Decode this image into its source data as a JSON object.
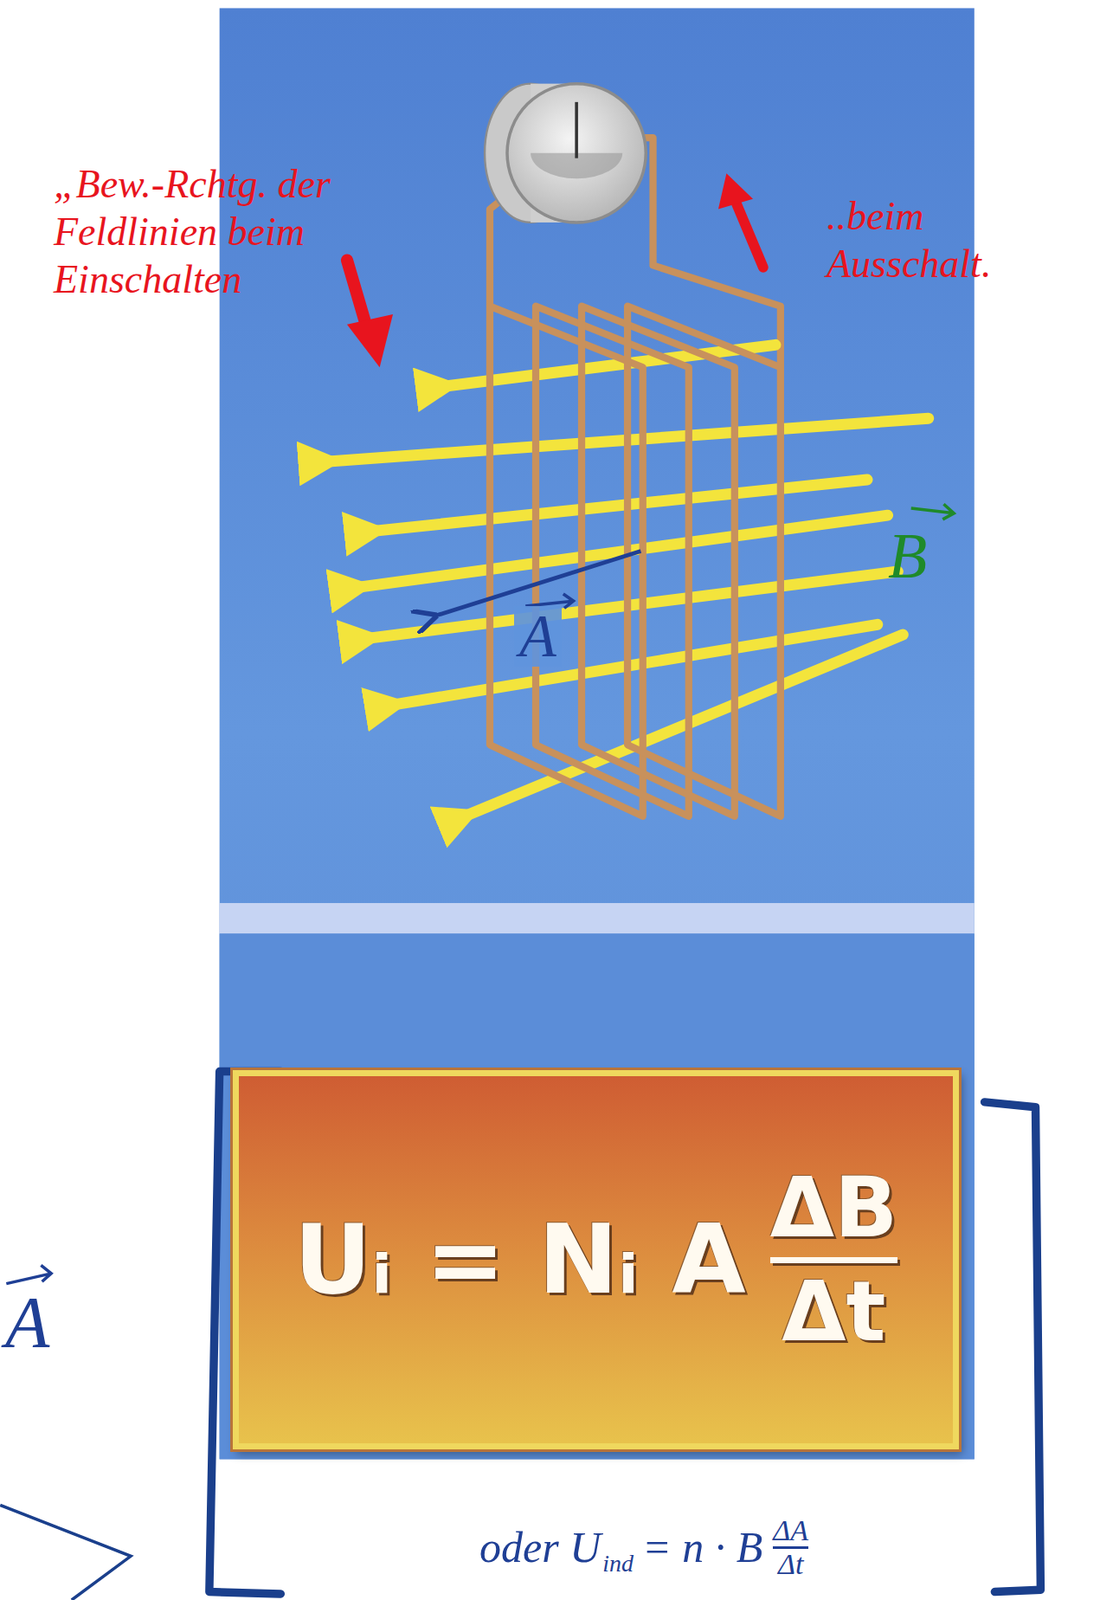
{
  "diagram": {
    "nodes": [
      {
        "text": [
          "Uᵢ = Nᵢ A",
          "ΔB",
          "Δt"
        ]
      }
    ],
    "labels": [
      "„Bew.-Rchtg. der Feldlinien beim Einschalten",
      "..beim Ausschalt.",
      "B",
      "A",
      "A",
      "oder U",
      "ind",
      "= n · B",
      "ΔA",
      "Δt"
    ]
  }
}
